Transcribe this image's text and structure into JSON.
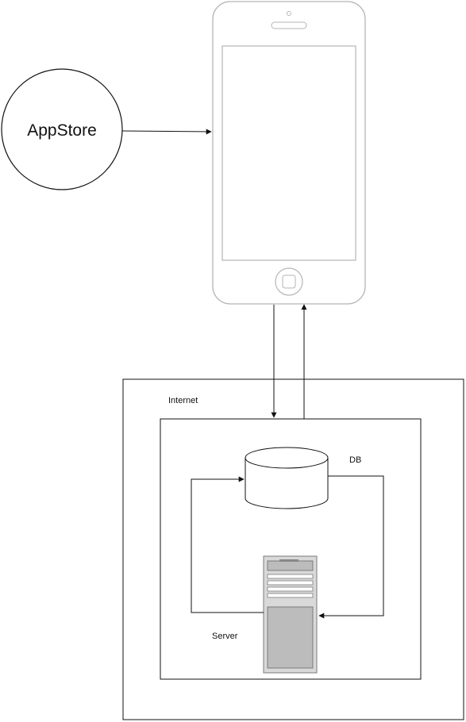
{
  "nodes": {
    "appstore": {
      "label": "AppStore"
    },
    "internet": {
      "label": "Internet"
    },
    "db": {
      "label": "DB"
    },
    "server": {
      "label": "Server"
    }
  },
  "colors": {
    "stroke": "#111111",
    "phone_outline": "#b5b5b5",
    "server_body": "#d9d9d9",
    "server_panel": "#bcbcbc"
  }
}
